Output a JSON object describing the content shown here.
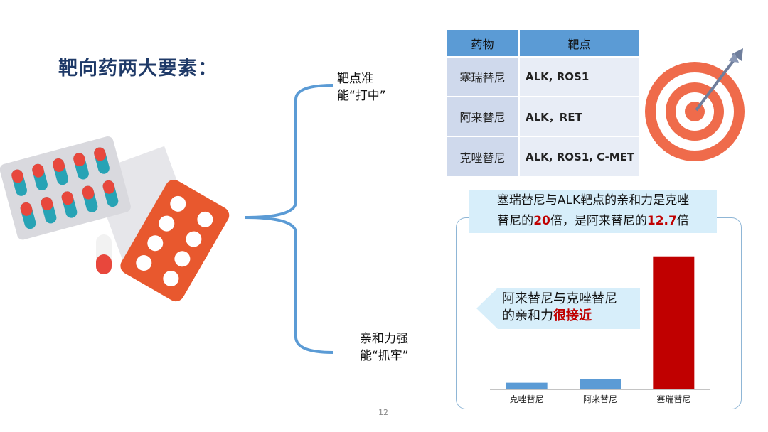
{
  "slide": {
    "title": "靶向药两大要素：",
    "point1_line1": "靶点准",
    "point1_line2": "能“打中”",
    "point2_line1": "亲和力强",
    "point2_line2": "能“抓牢”",
    "page_number": "12"
  },
  "table": {
    "headers": [
      "药物",
      "靶点"
    ],
    "rows": [
      {
        "drug": "塞瑞替尼",
        "target": "ALK, ROS1"
      },
      {
        "drug": "阿来替尼",
        "target": "ALK，RET"
      },
      {
        "drug": "克唑替尼",
        "target": "ALK, ROS1, C-MET"
      }
    ]
  },
  "callout": {
    "part1": "塞瑞替尼与ALK靶点的亲和力是克唑",
    "part2": "替尼的",
    "num1": "20",
    "part3": "倍，是阿来替尼的",
    "num2": "12.7",
    "part4": "倍"
  },
  "note": {
    "line1": "阿来替尼与克唑替尼",
    "line2_prefix": "的亲和力",
    "line2_highlight": "很接近"
  },
  "chart_data": {
    "type": "bar",
    "categories": [
      "克唑替尼",
      "阿来替尼",
      "塞瑞替尼"
    ],
    "values": [
      1,
      1.57,
      20
    ],
    "ylim": [
      0,
      22
    ],
    "colors": [
      "#5b9bd5",
      "#5b9bd5",
      "#c00000"
    ],
    "grid": false,
    "title": "",
    "xlabel": "",
    "ylabel": ""
  },
  "colors": {
    "title": "#1f3a68",
    "accent": "#c00000",
    "table_header": "#5b9bd5",
    "brace": "#5b9bd5"
  }
}
